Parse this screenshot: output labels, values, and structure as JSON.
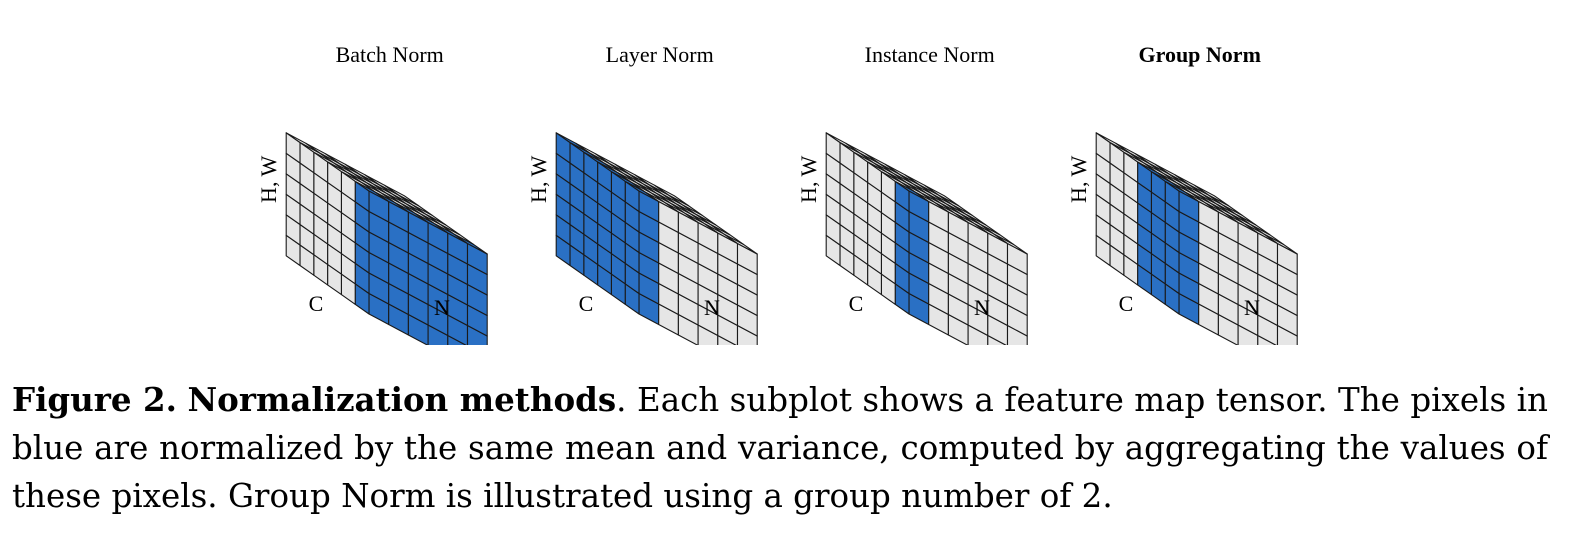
{
  "figure": {
    "colors": {
      "blue": "#2a70c4",
      "gray": "#e6e6e6",
      "edge": "#1a1a1a"
    },
    "grid_size": 6,
    "panels": [
      {
        "title": "Batch Norm",
        "bold": false,
        "mode": "batch",
        "label_hw": "H, W",
        "label_c": "C",
        "label_n": "N"
      },
      {
        "title": "Layer Norm",
        "bold": false,
        "mode": "layer",
        "label_hw": "H, W",
        "label_c": "C",
        "label_n": "N"
      },
      {
        "title": "Instance Norm",
        "bold": false,
        "mode": "instance",
        "label_hw": "H, W",
        "label_c": "C",
        "label_n": "N"
      },
      {
        "title": "Group Norm",
        "bold": true,
        "mode": "group",
        "group_size": 3,
        "label_hw": "H, W",
        "label_c": "C",
        "label_n": "N"
      }
    ]
  },
  "caption": {
    "label": "Figure 2.",
    "bold_title": "Normalization methods",
    "text": ". Each subplot shows a feature map tensor. The pixels in blue are normalized by the same mean and variance, computed by aggregating the values of these pixels. Group Norm is illustrated using a group number of 2."
  }
}
